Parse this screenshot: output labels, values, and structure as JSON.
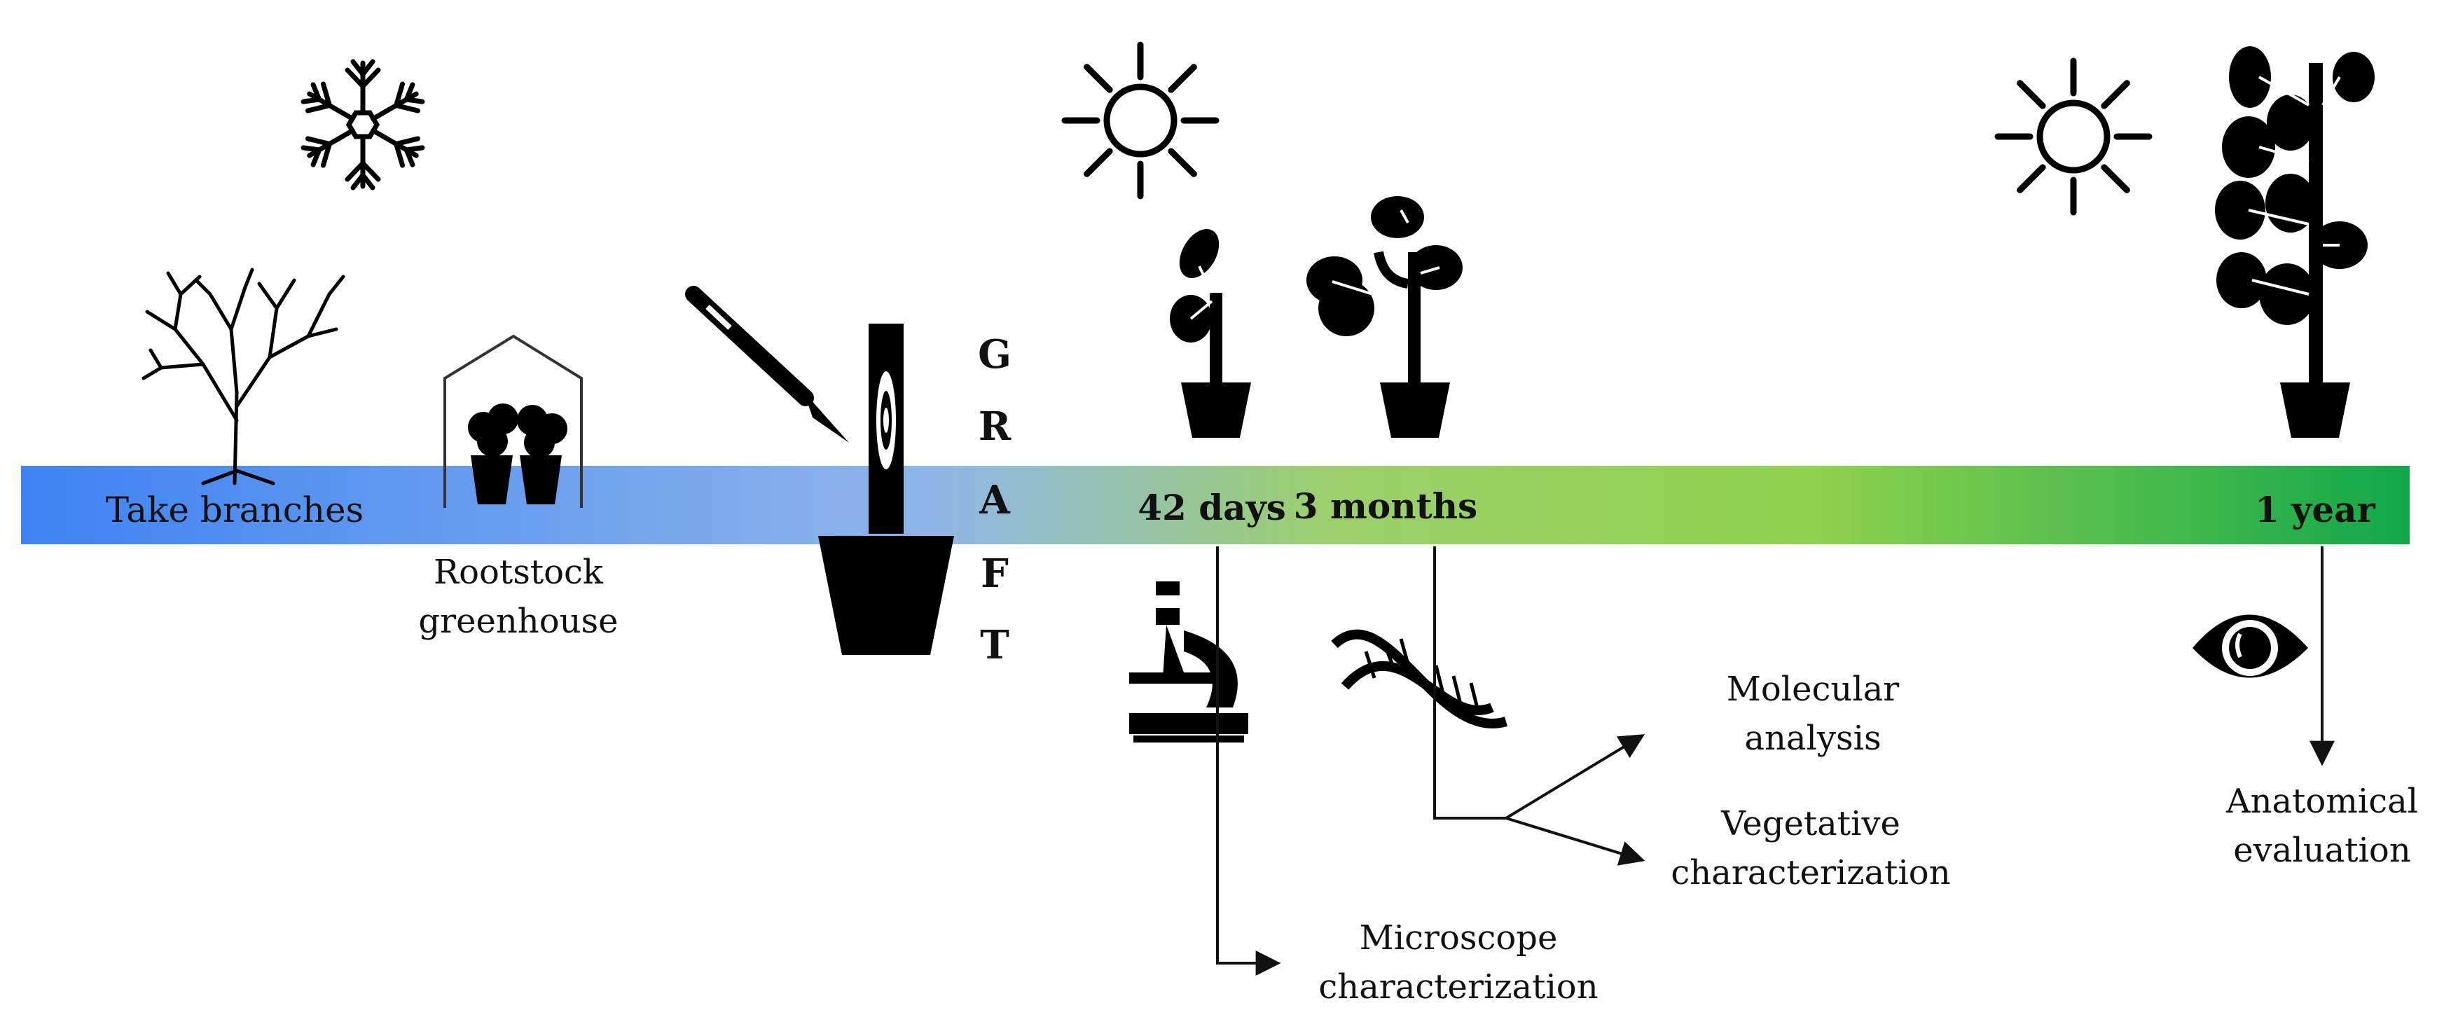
{
  "timeline": {
    "gradient_colors": [
      "#3d83f3",
      "#8fb6ea",
      "#9ccf6a",
      "#8fd24e",
      "#11a84a"
    ],
    "start_label": "Take branches",
    "milestones": {
      "day42": "42 days",
      "month3": "3 months",
      "year1": "1 year"
    }
  },
  "steps": {
    "rootstock": {
      "line1": "Rootstock",
      "line2": "greenhouse"
    },
    "graft_letters": [
      "G",
      "R",
      "A",
      "F",
      "T"
    ]
  },
  "outcomes": {
    "microscope": {
      "line1": "Microscope",
      "line2": "characterization"
    },
    "molecular": {
      "line1": "Molecular",
      "line2": "analysis"
    },
    "vegetative": {
      "line1": "Vegetative",
      "line2": "characterization"
    },
    "anatomical": {
      "line1": "Anatomical",
      "line2": "evaluation"
    }
  },
  "icons": [
    "snowflake-icon",
    "sun-icon",
    "tree-icon",
    "greenhouse-icon",
    "scalpel-icon",
    "graft-pot-icon",
    "seedling-icon",
    "young-plant-icon",
    "grown-plant-icon",
    "microscope-icon",
    "dna-icon",
    "eye-icon"
  ]
}
